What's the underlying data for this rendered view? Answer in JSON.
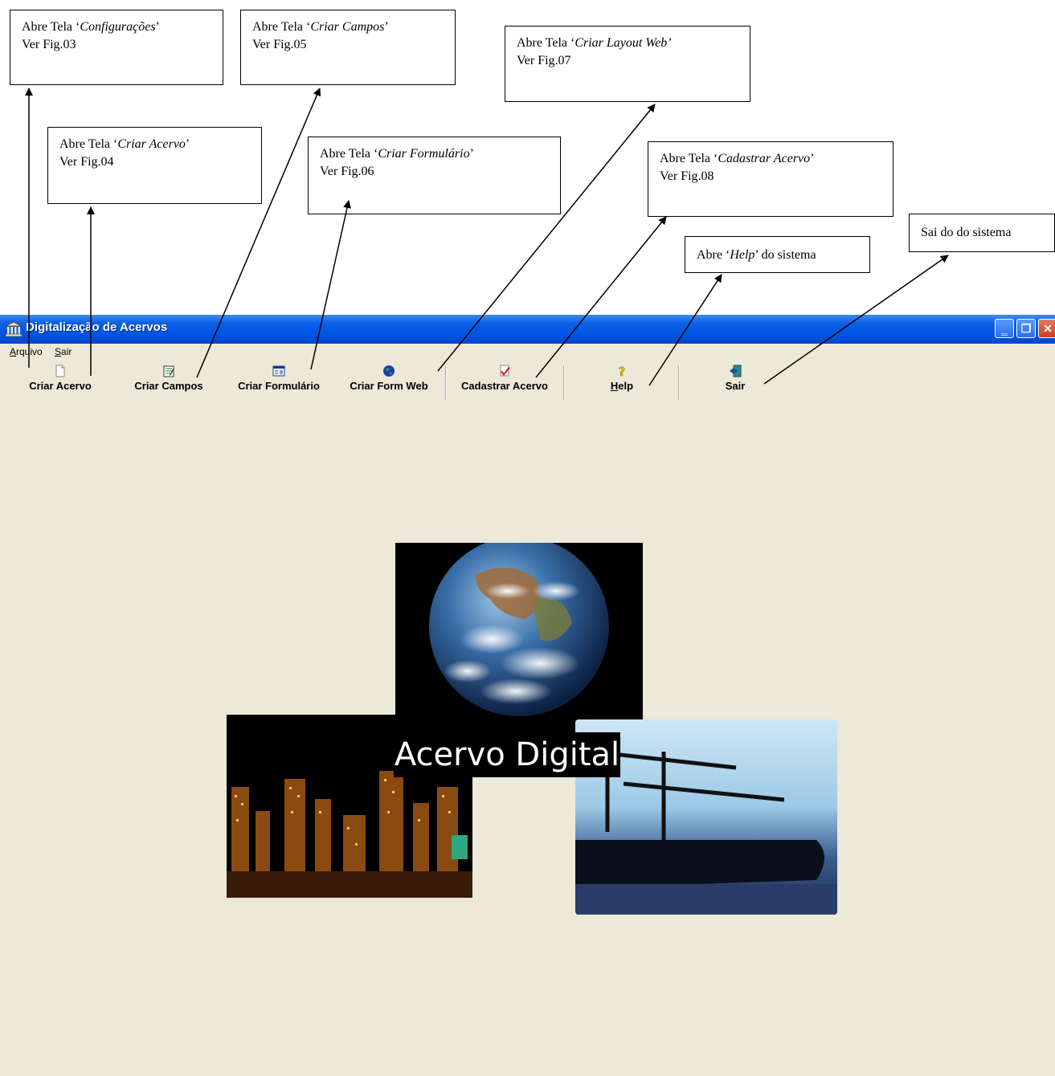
{
  "annotations": [
    {
      "prefix": "Abre Tela ‘",
      "term": "Configurações",
      "suffix": "’",
      "ref": "Ver Fig.03"
    },
    {
      "prefix": "Abre Tela ‘",
      "term": "Criar Acervo",
      "suffix": "’",
      "ref": "Ver Fig.04"
    },
    {
      "prefix": "Abre Tela ‘",
      "term": "Criar Campos",
      "suffix": "’",
      "ref": "Ver Fig.05"
    },
    {
      "prefix": "Abre Tela ‘",
      "term": "Criar Formulário",
      "suffix": "’",
      "ref": "Ver Fig.06"
    },
    {
      "prefix": "Abre Tela ‘",
      "term": "Criar Layout Web’",
      "suffix": "",
      "ref": "Ver Fig.07"
    },
    {
      "prefix": "Abre Tela ‘",
      "term": "Cadastrar Acervo",
      "suffix": "’",
      "ref": "Ver Fig.08"
    },
    {
      "prefix": "Abre ‘",
      "term": "Help",
      "suffix": "’ do sistema",
      "ref": ""
    },
    {
      "prefix": "Sai do do sistema",
      "term": "",
      "suffix": "",
      "ref": ""
    }
  ],
  "window": {
    "title": "Digitalização de Acervos",
    "icon": "museum-icon"
  },
  "menu": [
    {
      "mnemonic": "A",
      "rest": "rquivo"
    },
    {
      "mnemonic": "S",
      "rest": "air"
    }
  ],
  "toolbar": [
    {
      "label": "Criar Acervo",
      "icon": "new-document-icon"
    },
    {
      "label": "Criar Campos",
      "icon": "edit-fields-icon"
    },
    {
      "label": "Criar Formulário",
      "icon": "form-icon"
    },
    {
      "label": "Criar Form Web",
      "icon": "globe-icon"
    },
    {
      "label": "Cadastrar Acervo",
      "icon": "checkmark-document-icon"
    },
    {
      "mnemonic": "H",
      "rest": "elp",
      "icon": "help-question-icon"
    },
    {
      "label": "Sair",
      "icon": "exit-door-icon"
    }
  ],
  "splash": {
    "title": "Acervo Digital"
  },
  "colors": {
    "titlebar": "#0054e3",
    "window_background": "#ece9d8"
  }
}
